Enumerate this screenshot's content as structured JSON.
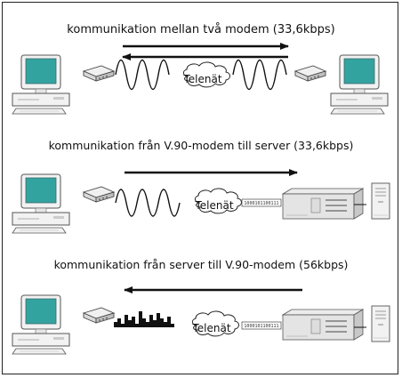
{
  "scenes": [
    {
      "caption": "kommunikation mellan två modem (33,6kbps)",
      "cloud_label": "Telenät",
      "left": "computer",
      "right": "computer",
      "arrows": [
        "right",
        "left"
      ],
      "signal": "analog"
    },
    {
      "caption": "kommunikation från V.90-modem till server  (33,6kbps)",
      "cloud_label": "Telenät",
      "bits": "1000101100111",
      "left": "computer",
      "right": "server",
      "arrows": [
        "right"
      ],
      "signal": "analog"
    },
    {
      "caption": "kommunikation från server till V.90-modem  (56kbps)",
      "cloud_label": "Telenät",
      "bits": "1000101100111",
      "left": "computer",
      "right": "server",
      "arrows": [
        "left"
      ],
      "signal": "digital"
    }
  ],
  "colors": {
    "screen": "#33a3a0",
    "monitor": "#f2f2f2",
    "ink": "#111111"
  },
  "icons": [
    "computer-icon",
    "modem-icon",
    "cloud-icon",
    "server-rack-icon",
    "tower-pc-icon"
  ]
}
